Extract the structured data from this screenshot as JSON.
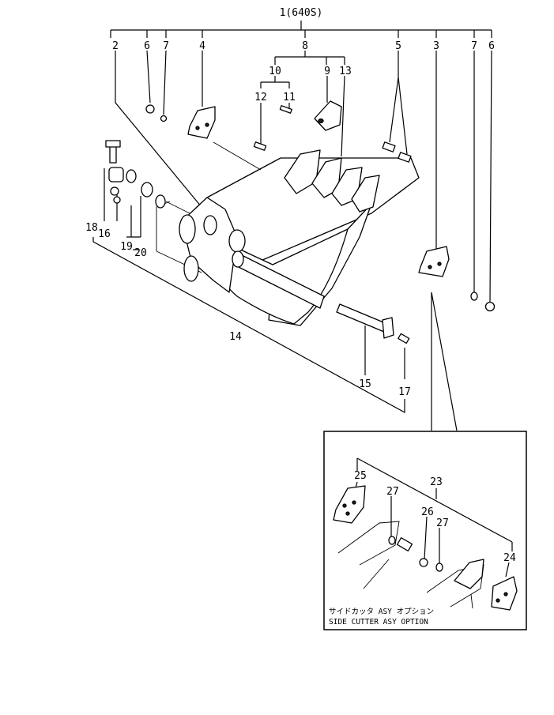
{
  "assembly": {
    "label": "1(640S)"
  },
  "callouts": [
    {
      "id": "c2",
      "text": "2"
    },
    {
      "id": "c6a",
      "text": "6"
    },
    {
      "id": "c7a",
      "text": "7"
    },
    {
      "id": "c4",
      "text": "4"
    },
    {
      "id": "c8",
      "text": "8"
    },
    {
      "id": "c10",
      "text": "10"
    },
    {
      "id": "c9",
      "text": "9"
    },
    {
      "id": "c13",
      "text": "13"
    },
    {
      "id": "c12",
      "text": "12"
    },
    {
      "id": "c11",
      "text": "11"
    },
    {
      "id": "c5",
      "text": "5"
    },
    {
      "id": "c3",
      "text": "3"
    },
    {
      "id": "c7b",
      "text": "7"
    },
    {
      "id": "c6b",
      "text": "6"
    },
    {
      "id": "c18",
      "text": "18"
    },
    {
      "id": "c16",
      "text": "16"
    },
    {
      "id": "c19",
      "text": "19"
    },
    {
      "id": "c20",
      "text": "20"
    },
    {
      "id": "c14",
      "text": "14"
    },
    {
      "id": "c15",
      "text": "15"
    },
    {
      "id": "c17",
      "text": "17"
    },
    {
      "id": "c25",
      "text": "25"
    },
    {
      "id": "c23",
      "text": "23"
    },
    {
      "id": "c27a",
      "text": "27"
    },
    {
      "id": "c26",
      "text": "26"
    },
    {
      "id": "c27b",
      "text": "27"
    },
    {
      "id": "c24",
      "text": "24"
    }
  ],
  "inset": {
    "caption_jp": "サイドカッタ ASY オプション",
    "caption_en": "SIDE CUTTER ASY OPTION"
  }
}
